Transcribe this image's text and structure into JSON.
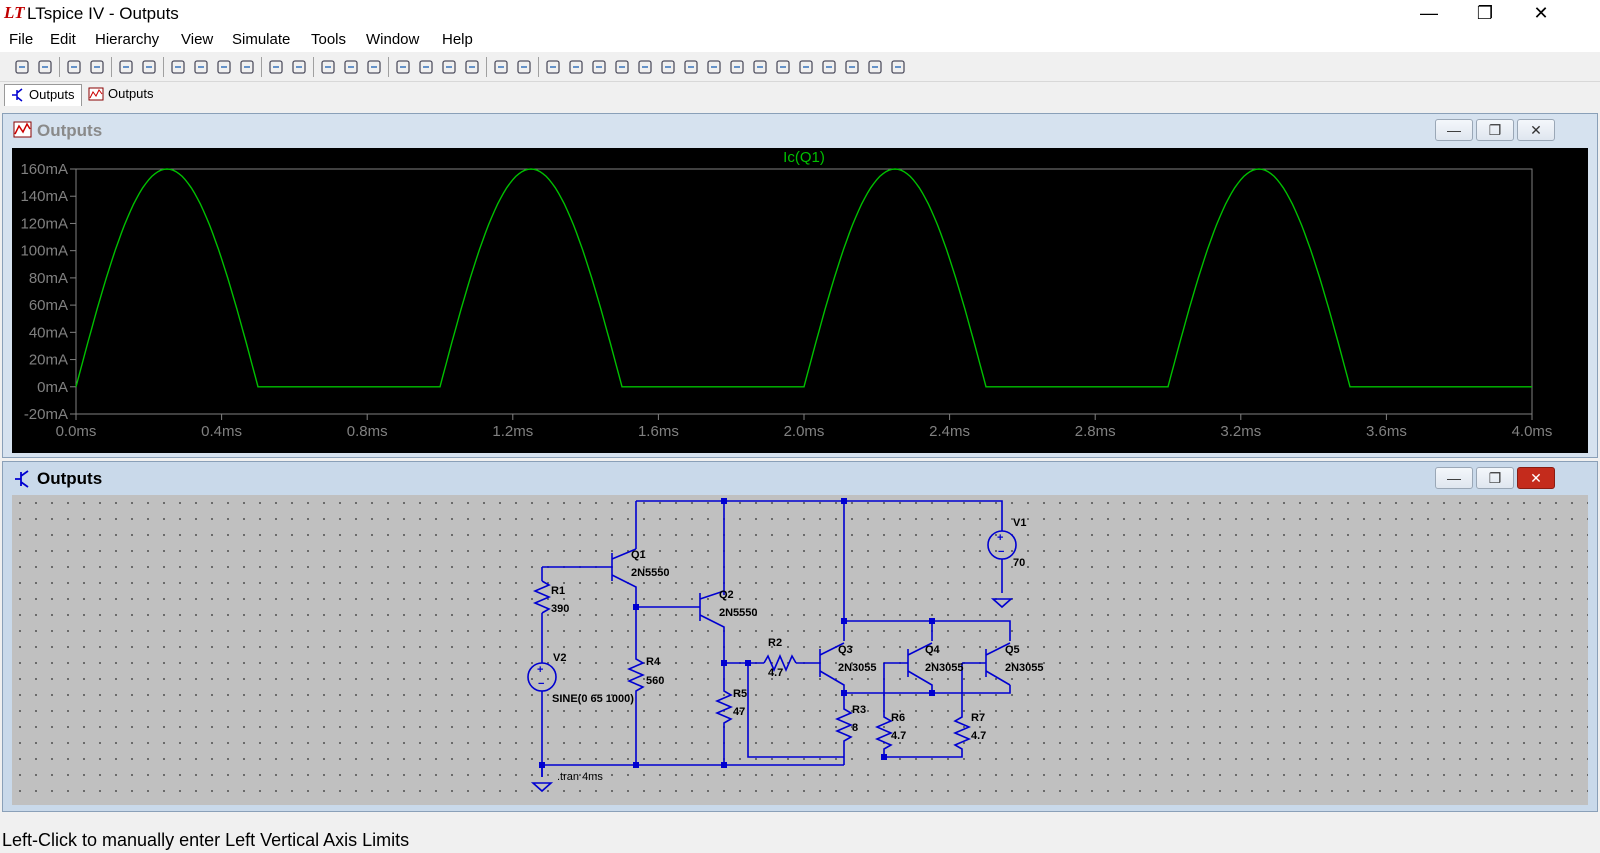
{
  "window": {
    "logo": "LT",
    "title": "LTspice IV - Outputs",
    "minimize_glyph": "—",
    "maximize_glyph": "❐",
    "close_glyph": "✕"
  },
  "menu": [
    "File",
    "Edit",
    "Hierarchy",
    "View",
    "Simulate",
    "Tools",
    "Window",
    "Help"
  ],
  "toolbar_icons": [
    "new-schematic-icon",
    "open-icon",
    "save-icon",
    "control-panel-icon",
    "run-icon",
    "pan-hand-icon",
    "zoom-in-icon",
    "zoom-area-icon",
    "zoom-out-icon",
    "zoom-cancel-icon",
    "autorange-icon",
    "plot-settings-icon",
    "tile-horizontal-icon",
    "cascade-icon",
    "tile-vertical-icon",
    "cut-icon",
    "copy-icon",
    "paste-icon",
    "find-icon",
    "print-preview-icon",
    "print-icon",
    "wire-icon",
    "ground-icon",
    "label-icon",
    "resistor-icon",
    "capacitor-icon",
    "inductor-icon",
    "diode-icon",
    "component-icon",
    "move-icon",
    "drag-icon",
    "undo-icon",
    "redo-icon",
    "rotate-icon",
    "mirror-icon",
    "text-icon",
    "spice-directive-icon"
  ],
  "tabs": [
    {
      "label": "Outputs",
      "icon": "schematic-icon",
      "active": true
    },
    {
      "label": "Outputs",
      "icon": "waveform-icon",
      "active": false
    }
  ],
  "plot_window": {
    "title": "Outputs"
  },
  "schematic_window": {
    "title": "Outputs"
  },
  "colors": {
    "trace": "#00c000",
    "wire": "#0000d0",
    "plot_bg": "#000000",
    "schematic_bg": "#c0c0c0"
  },
  "chart_data": {
    "type": "line",
    "title": "Ic(Q1)",
    "series": [
      {
        "name": "Ic(Q1)",
        "x_ms": [
          0.0,
          0.25,
          0.5,
          1.0,
          1.25,
          1.5,
          2.0,
          2.25,
          2.5,
          3.0,
          3.25,
          3.5,
          4.0
        ],
        "y_mA": [
          0,
          160,
          0,
          0,
          160,
          0,
          0,
          160,
          0,
          0,
          160,
          0,
          0
        ]
      }
    ],
    "xlim": [
      0,
      4.0
    ],
    "ylim": [
      -20,
      160
    ],
    "x_ticks": [
      "0.0ms",
      "0.4ms",
      "0.8ms",
      "1.2ms",
      "1.6ms",
      "2.0ms",
      "2.4ms",
      "2.8ms",
      "3.2ms",
      "3.6ms",
      "4.0ms"
    ],
    "y_ticks": [
      "160mA",
      "140mA",
      "120mA",
      "100mA",
      "80mA",
      "60mA",
      "40mA",
      "20mA",
      "0mA",
      "-20mA"
    ]
  },
  "schematic": {
    "Q1": {
      "name": "Q1",
      "model": "2N5550"
    },
    "Q2": {
      "name": "Q2",
      "model": "2N5550"
    },
    "Q3": {
      "name": "Q3",
      "model": "2N3055"
    },
    "Q4": {
      "name": "Q4",
      "model": "2N3055"
    },
    "Q5": {
      "name": "Q5",
      "model": "2N3055"
    },
    "R1": {
      "name": "R1",
      "value": "390"
    },
    "R2": {
      "name": "R2",
      "value": "4.7"
    },
    "R3": {
      "name": "R3",
      "value": "8"
    },
    "R4": {
      "name": "R4",
      "value": "560"
    },
    "R5": {
      "name": "R5",
      "value": "47"
    },
    "R6": {
      "name": "R6",
      "value": "4.7"
    },
    "R7": {
      "name": "R7",
      "value": "4.7"
    },
    "V1": {
      "name": "V1",
      "value": "70"
    },
    "V2": {
      "name": "V2",
      "value": "SINE(0 65 1000)"
    },
    "directive": ".tran 4ms"
  },
  "status": "Left-Click to manually enter Left Vertical Axis Limits"
}
